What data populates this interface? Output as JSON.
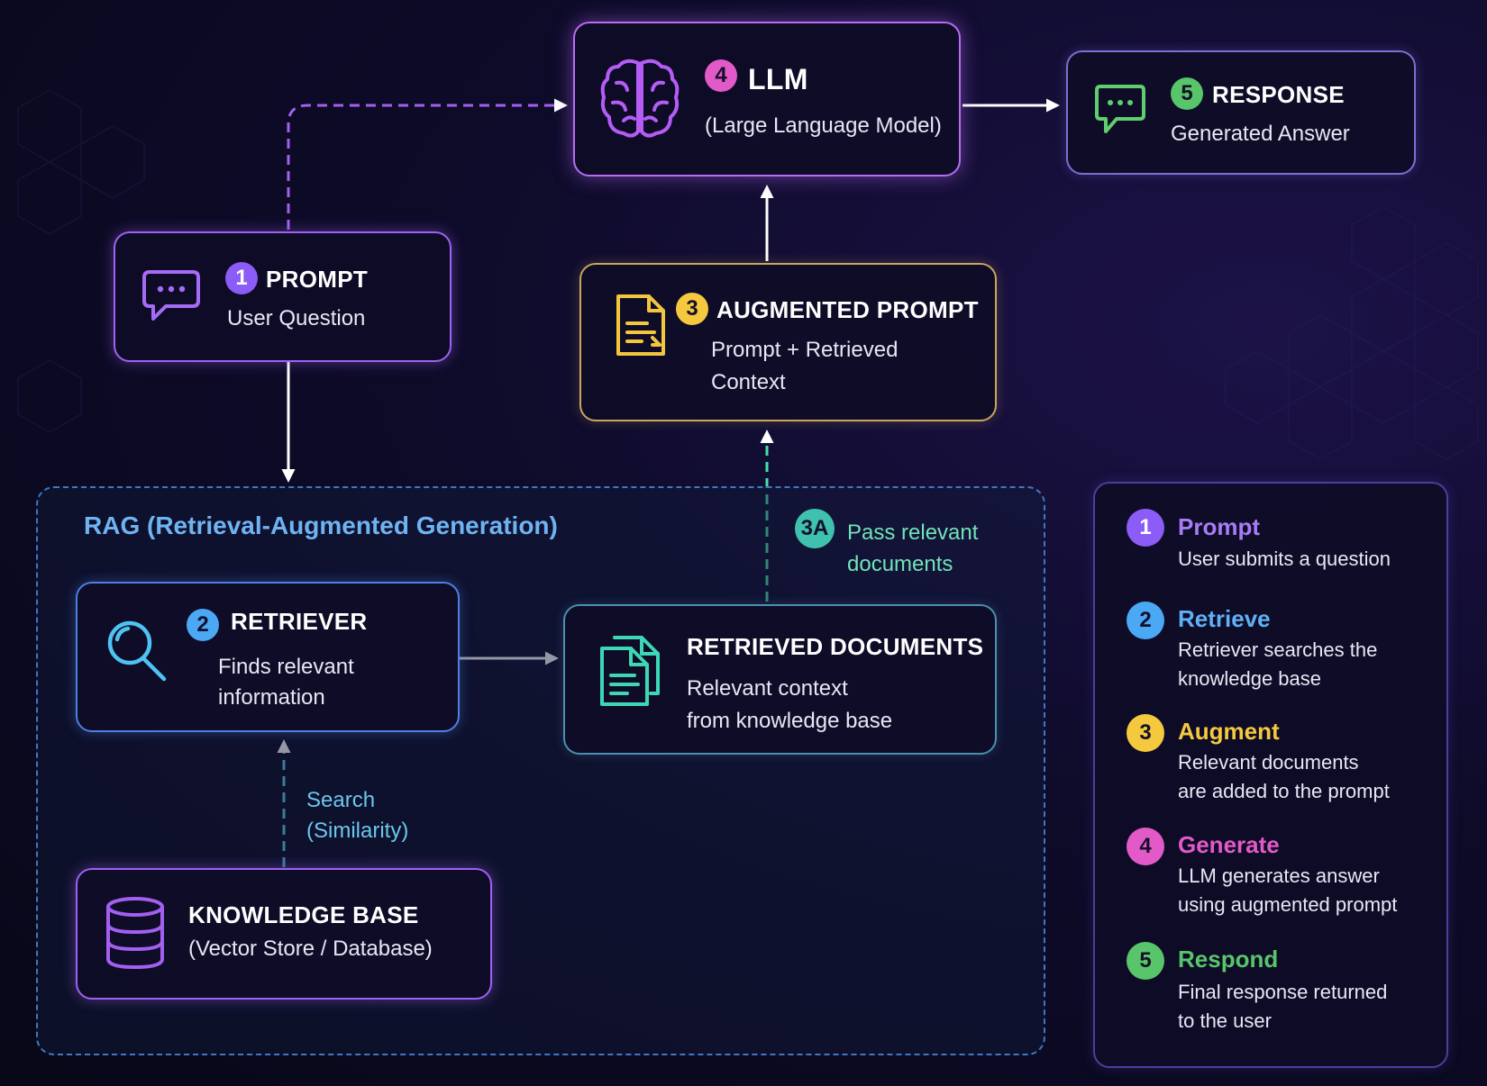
{
  "rag_group": {
    "title": "RAG (Retrieval-Augmented Generation)"
  },
  "nodes": {
    "prompt": {
      "step": "1",
      "title": "PROMPT",
      "subtitle": "User Question"
    },
    "llm": {
      "step": "4",
      "title": "LLM",
      "subtitle": "(Large Language Model)"
    },
    "response": {
      "step": "5",
      "title": "RESPONSE",
      "subtitle": "Generated Answer"
    },
    "augmented_prompt": {
      "step": "3",
      "title": "AUGMENTED PROMPT",
      "subtitle_line1": "Prompt + Retrieved",
      "subtitle_line2": "Context"
    },
    "retriever": {
      "step": "2",
      "title": "RETRIEVER",
      "subtitle_line1": "Finds relevant",
      "subtitle_line2": "information"
    },
    "retrieved_documents": {
      "title": "RETRIEVED DOCUMENTS",
      "subtitle_line1": "Relevant context",
      "subtitle_line2": "from knowledge base"
    },
    "knowledge_base": {
      "title": "KNOWLEDGE BASE",
      "subtitle": "(Vector Store / Database)"
    }
  },
  "edge_labels": {
    "search_line1": "Search",
    "search_line2": "(Similarity)",
    "pass_step": "3A",
    "pass_line1": "Pass relevant",
    "pass_line2": "documents"
  },
  "legend": [
    {
      "step": "1",
      "title": "Prompt",
      "desc_line1": "User submits a question",
      "desc_line2": "",
      "color": "#a77cf7"
    },
    {
      "step": "2",
      "title": "Retrieve",
      "desc_line1": "Retriever searches the",
      "desc_line2": "knowledge base",
      "color": "#5fb0f5"
    },
    {
      "step": "3",
      "title": "Augment",
      "desc_line1": "Relevant documents",
      "desc_line2": "are added to the prompt",
      "color": "#f5c93e"
    },
    {
      "step": "4",
      "title": "Generate",
      "desc_line1": "LLM generates answer",
      "desc_line2": "using augmented prompt",
      "color": "#e15ac8"
    },
    {
      "step": "5",
      "title": "Respond",
      "desc_line1": "Final response returned",
      "desc_line2": "to the user",
      "color": "#58c56a"
    }
  ],
  "colors": {
    "prompt": "#9e62f2",
    "llm": "#b76cf5",
    "response": "#7a6fd4",
    "augmented_prompt": "#c9a65a",
    "retriever": "#4e7fe0",
    "retrieved_documents": "#4b8fae",
    "knowledge_base": "#9e62f2",
    "rag_frame": "#3f78c2"
  },
  "icons": {
    "prompt": "chat-bubble-icon",
    "llm": "brain-icon",
    "response": "chat-bubble-icon",
    "augmented_prompt": "document-icon",
    "retriever": "magnifier-icon",
    "retrieved_documents": "documents-icon",
    "knowledge_base": "database-icon"
  }
}
